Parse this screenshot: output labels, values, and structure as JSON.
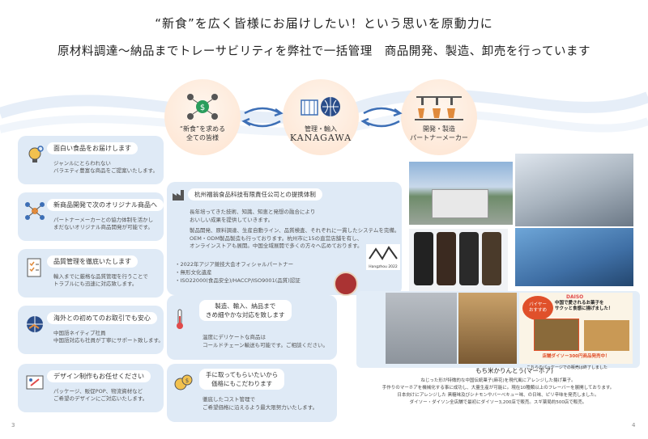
{
  "header": {
    "line1": "“新食”を広く皆様にお届けしたい！という思いを原動力に",
    "line2": "原材料調達～納品までトレーサビリティを弊社で一括管理　商品開発、製造、卸売を行っています"
  },
  "flow": {
    "c1": {
      "line1": "“新食”を求める",
      "line2": "全ての皆様"
    },
    "c2": {
      "line1": "管理・輸入",
      "brand": "KANAGAWA"
    },
    "c3": {
      "line1": "開発・製造",
      "line2": "パートナーメーカー"
    }
  },
  "cards": [
    {
      "title": "面白い食品をお届けします",
      "desc": "ジャンルにとらわれない\nバラエティ豊富な商品をご提案いたします。"
    },
    {
      "title": "新商品開発で次のオリジナル商品へ",
      "desc": "パートナーメーカーとの協力体制を活かし\nまだないオリジナル商品開発が可能です。"
    },
    {
      "title": "品質管理を徹底いたします",
      "desc": "輸入までに厳格な品質管理を行うことで\nトラブルにも迅速に対応致します。"
    },
    {
      "title": "海外との初めてのお取引でも安心",
      "desc": "中国語ネイティブ社員\n中国語対応も社員が丁寧にサポート致します。"
    },
    {
      "title": "デザイン制作もお任せください",
      "desc": "パッケージ、販促POP、物流資材など\nご希望のデザインにご対応いたします。"
    }
  ],
  "partner": {
    "title": "杭州福翁食品科技有限責任公司との提携体制",
    "p1": "長年培ってきた技術、知識、知恵と発想の融合により\nおいしい成果を提供していきます。",
    "p2": "製品開発、原料調達、生産自動ライン、品質検査、それぞれに一貫したシステムを完備。\nOEM・ODM製品製造も行っております。杭州市に15の直営店舗を有し、\nオンラインストアも展開。中国全域展開で多くの方々へ広めております。",
    "bullets": [
      "・2022年アジア競技大会オフィシャルパートナー",
      "・無形文化遺産",
      "・ISO22000(食品安全)/HACCP/ISO9001(品質)認証"
    ],
    "logo_text": "Hangzhou 2022"
  },
  "delivery": {
    "title": "製造、輸入、納品まで\nきめ細やかな対応を致します",
    "desc": "温度にデリケートな商品は\nコールドチェーン輸送も可能です。ご相談ください。"
  },
  "budget": {
    "title": "手に取ってもらいたいから\n価格にもこだわります",
    "desc": "徹底したコスト管理で\nご希望価格に沿えるよう最大限努力いたします。"
  },
  "promo": {
    "top": "DAISO",
    "headline": "中国で愛されるお菓子を\nサクッと食感に揚げました！",
    "sticker": "バイヤー\nおすすめ",
    "bottom": "店舗ダイソー300円商品発売中！",
    "caption": "こちらのパッケージでの販売は終了しました"
  },
  "product": {
    "title": "もち米かりんとう(マーホア)",
    "desc": "ねじった形が特徴的な中国伝統菓子(麻花)を現代風にアレンジした揚げ菓子。\n手作りのマーホアを機械化する事に成功し、大量生産が可能に。現在10種類以上のフレーバーを展開しております。\n日本向けにアレンジした 黒糖味及びシナモンやバーベキュー味、の日味、ピリ辛味を発売しました。\nダイソー・ダイソン全店舗で最初にダイソー3,200店で販売。スギ薬局約500店で販売。"
  },
  "pages": {
    "left": "3",
    "right": "4"
  },
  "colors": {
    "card_bg": "#dfeaf6",
    "circle_bg": "#fde3cf",
    "arrow": "#3d6fb6",
    "accent": "#2a4d8a"
  }
}
